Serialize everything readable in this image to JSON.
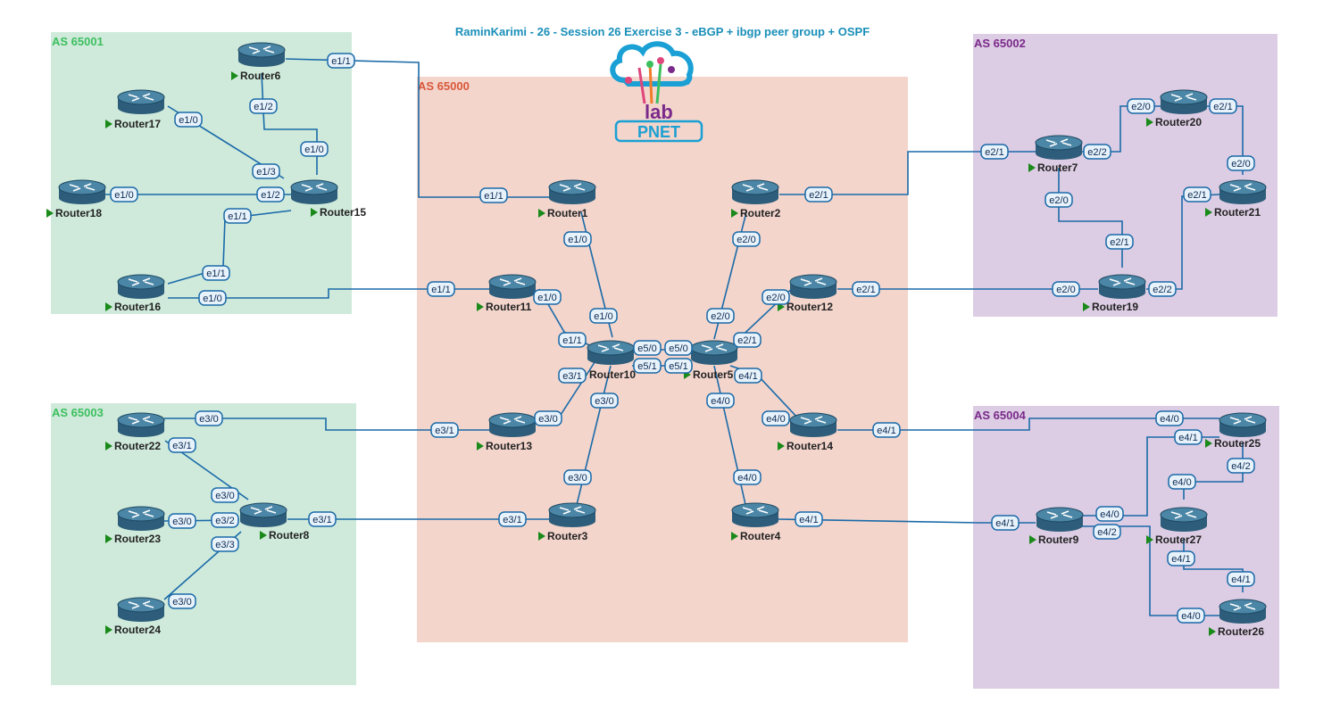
{
  "title": "RaminKarimi - 26 - Session 26 Exercise 3 - eBGP + ibgp peer group + OSPF",
  "colors": {
    "title": "#1a8fb8",
    "link": "#1a6aa8",
    "router_body": "#2d5d7a",
    "router_top": "#4b86a6",
    "play": "#1a8a1a",
    "port_border": "#1a6aa8",
    "port_fill": "#e8f2fb"
  },
  "areas": [
    {
      "id": "as65001",
      "label": "AS 65001",
      "fill": "#cfeadb",
      "label_color": "#3cbf5e"
    },
    {
      "id": "as65000",
      "label": "AS 65000",
      "fill": "#f3d5cc",
      "label_color": "#d9573a"
    },
    {
      "id": "as65002",
      "label": "AS 65002",
      "fill": "#ddcde4",
      "label_color": "#7a2a8a"
    },
    {
      "id": "as65003",
      "label": "AS 65003",
      "fill": "#cfeadb",
      "label_color": "#3cbf5e"
    },
    {
      "id": "as65004",
      "label": "AS 65004",
      "fill": "#ddcde4",
      "label_color": "#7a2a8a"
    }
  ],
  "logo": {
    "text_top": "lab",
    "text_bottom": "PNET"
  },
  "routers": [
    {
      "id": "R1",
      "label": "Router1"
    },
    {
      "id": "R2",
      "label": "Router2"
    },
    {
      "id": "R3",
      "label": "Router3"
    },
    {
      "id": "R4",
      "label": "Router4"
    },
    {
      "id": "R5",
      "label": "Router5"
    },
    {
      "id": "R6",
      "label": "Router6"
    },
    {
      "id": "R7",
      "label": "Router7"
    },
    {
      "id": "R8",
      "label": "Router8"
    },
    {
      "id": "R9",
      "label": "Router9"
    },
    {
      "id": "R10",
      "label": "Router10"
    },
    {
      "id": "R11",
      "label": "Router11"
    },
    {
      "id": "R12",
      "label": "Router12"
    },
    {
      "id": "R13",
      "label": "Router13"
    },
    {
      "id": "R14",
      "label": "Router14"
    },
    {
      "id": "R15",
      "label": "Router15"
    },
    {
      "id": "R16",
      "label": "Router16"
    },
    {
      "id": "R17",
      "label": "Router17"
    },
    {
      "id": "R18",
      "label": "Router18"
    },
    {
      "id": "R19",
      "label": "Router19"
    },
    {
      "id": "R20",
      "label": "Router20"
    },
    {
      "id": "R21",
      "label": "Router21"
    },
    {
      "id": "R22",
      "label": "Router22"
    },
    {
      "id": "R23",
      "label": "Router23"
    },
    {
      "id": "R24",
      "label": "Router24"
    },
    {
      "id": "R25",
      "label": "Router25"
    },
    {
      "id": "R26",
      "label": "Router26"
    },
    {
      "id": "R27",
      "label": "Router27"
    }
  ],
  "links": [
    {
      "a": "R6",
      "b": "R1",
      "ports": [
        "e1/1",
        "e1/1"
      ]
    },
    {
      "a": "R6",
      "b": "R15",
      "ports": [
        "e1/2",
        "e1/0"
      ]
    },
    {
      "a": "R17",
      "b": "R15",
      "ports": [
        "e1/0",
        "e1/3"
      ]
    },
    {
      "a": "R18",
      "b": "R15",
      "ports": [
        "e1/0",
        "e1/2"
      ]
    },
    {
      "a": "R16",
      "b": "R15",
      "ports": [
        "e1/1",
        "e1/1"
      ]
    },
    {
      "a": "R16",
      "b": "R11",
      "ports": [
        "e1/0",
        "e1/1"
      ]
    },
    {
      "a": "R1",
      "b": "R10",
      "ports": [
        "e1/0",
        "e1/0"
      ]
    },
    {
      "a": "R11",
      "b": "R10",
      "ports": [
        "e1/0",
        "e1/1"
      ]
    },
    {
      "a": "R10",
      "b": "R5",
      "ports": [
        "e5/0",
        "e5/0"
      ]
    },
    {
      "a": "R10",
      "b": "R5",
      "ports": [
        "e5/1",
        "e5/1"
      ]
    },
    {
      "a": "R10",
      "b": "R13",
      "ports": [
        "e3/1",
        "e3/0"
      ]
    },
    {
      "a": "R10",
      "b": "R3",
      "ports": [
        "e3/0",
        "e3/0"
      ]
    },
    {
      "a": "R2",
      "b": "R5",
      "ports": [
        "e2/0",
        "e2/0"
      ]
    },
    {
      "a": "R12",
      "b": "R5",
      "ports": [
        "e2/0",
        "e2/1"
      ]
    },
    {
      "a": "R5",
      "b": "R14",
      "ports": [
        "e4/1",
        "e4/0"
      ]
    },
    {
      "a": "R5",
      "b": "R4",
      "ports": [
        "e4/0",
        "e4/0"
      ]
    },
    {
      "a": "R2",
      "b": "R7",
      "ports": [
        "e2/1",
        "e2/1"
      ]
    },
    {
      "a": "R12",
      "b": "R19",
      "ports": [
        "e2/1",
        "e2/0"
      ]
    },
    {
      "a": "R7",
      "b": "R20",
      "ports": [
        "e2/2",
        "e2/0"
      ]
    },
    {
      "a": "R7",
      "b": "R19",
      "ports": [
        "e2/0",
        "e2/1"
      ]
    },
    {
      "a": "R20",
      "b": "R21",
      "ports": [
        "e2/1",
        "e2/0"
      ]
    },
    {
      "a": "R19",
      "b": "R21",
      "ports": [
        "e2/2",
        "e2/1"
      ]
    },
    {
      "a": "R22",
      "b": "R13",
      "ports": [
        "e3/0",
        "e3/1"
      ]
    },
    {
      "a": "R22",
      "b": "R8",
      "ports": [
        "e3/1",
        "e3/0"
      ]
    },
    {
      "a": "R23",
      "b": "R8",
      "ports": [
        "e3/0",
        "e3/2"
      ]
    },
    {
      "a": "R24",
      "b": "R8",
      "ports": [
        "e3/0",
        "e3/3"
      ]
    },
    {
      "a": "R8",
      "b": "R3",
      "ports": [
        "e3/1",
        "e3/1"
      ]
    },
    {
      "a": "R14",
      "b": "R25",
      "ports": [
        "e4/1",
        "e4/0"
      ]
    },
    {
      "a": "R4",
      "b": "R9",
      "ports": [
        "e4/1",
        "e4/1"
      ]
    },
    {
      "a": "R9",
      "b": "R25",
      "ports": [
        "e4/0",
        "e4/1"
      ]
    },
    {
      "a": "R9",
      "b": "R26",
      "ports": [
        "e4/2",
        "e4/0"
      ]
    },
    {
      "a": "R25",
      "b": "R27",
      "ports": [
        "e4/2",
        "e4/0"
      ]
    },
    {
      "a": "R27",
      "b": "R26",
      "ports": [
        "e4/1",
        "e4/1"
      ]
    }
  ]
}
